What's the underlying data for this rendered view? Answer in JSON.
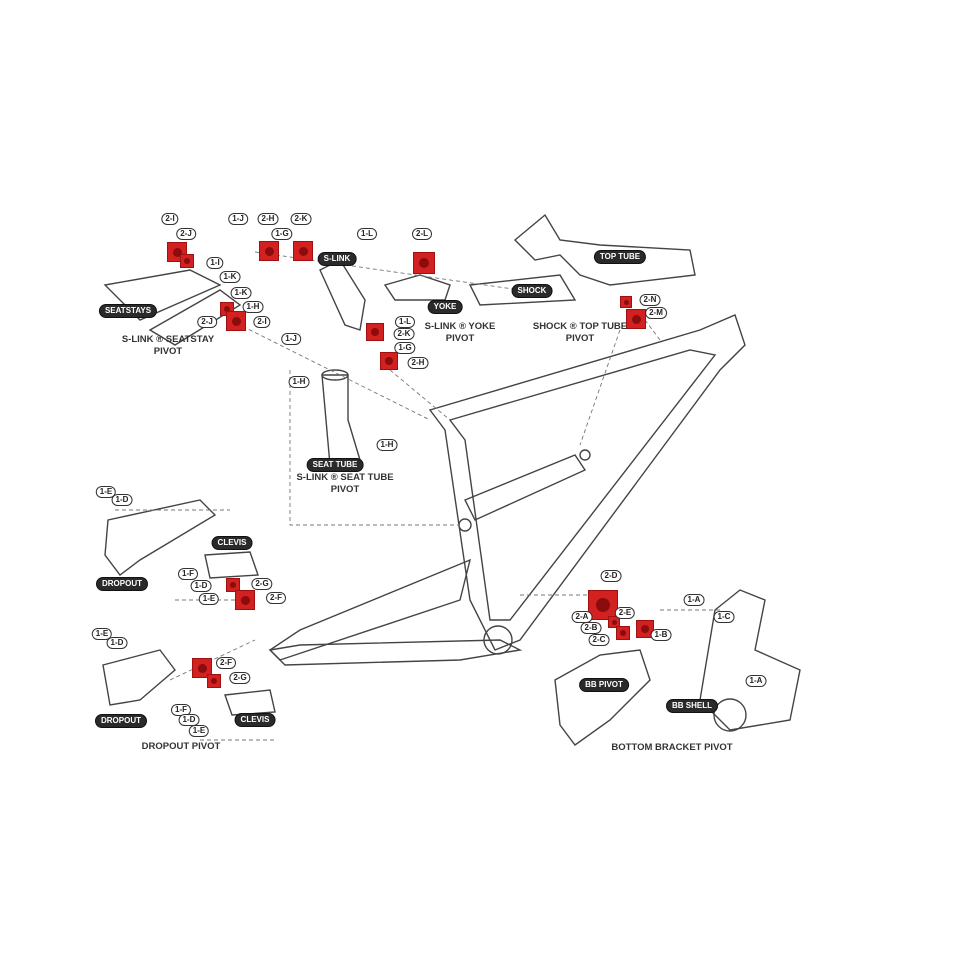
{
  "diagram": {
    "accent_color": "#d32020",
    "callouts": [
      "2-I",
      "2-J",
      "1-J",
      "2-H",
      "1-G",
      "2-K",
      "1-I",
      "1-K",
      "1-K",
      "1-H",
      "2-J",
      "2-I",
      "1-J",
      "1-L",
      "2-L",
      "1-L",
      "2-K",
      "1-G",
      "2-H",
      "2-N",
      "2-M",
      "1-H",
      "1-H",
      "1-E",
      "1-D",
      "1-F",
      "1-D",
      "1-E",
      "2-G",
      "2-F",
      "1-E",
      "1-D",
      "2-F",
      "2-G",
      "1-F",
      "1-D",
      "1-E",
      "2-D",
      "2-A",
      "2-E",
      "2-B",
      "2-C",
      "1-B",
      "1-A",
      "1-C",
      "1-A"
    ],
    "part_tags": [
      "SEATSTAYS",
      "S-LINK",
      "YOKE",
      "SHOCK",
      "TOP TUBE",
      "SEAT TUBE",
      "CLEVIS",
      "DROPOUT",
      "DROPOUT",
      "CLEVIS",
      "BB PIVOT",
      "BB SHELL"
    ],
    "section_titles": [
      {
        "line1": "S-LINK ® SEATSTAY",
        "line2": "PIVOT"
      },
      {
        "line1": "S-LINK ® YOKE",
        "line2": "PIVOT"
      },
      {
        "line1": "SHOCK ® TOP TUBE",
        "line2": "PIVOT"
      },
      {
        "line1": "S-LINK ® SEAT TUBE",
        "line2": "PIVOT"
      },
      {
        "line1": "DROPOUT PIVOT",
        "line2": ""
      },
      {
        "line1": "BOTTOM BRACKET PIVOT",
        "line2": ""
      }
    ]
  }
}
